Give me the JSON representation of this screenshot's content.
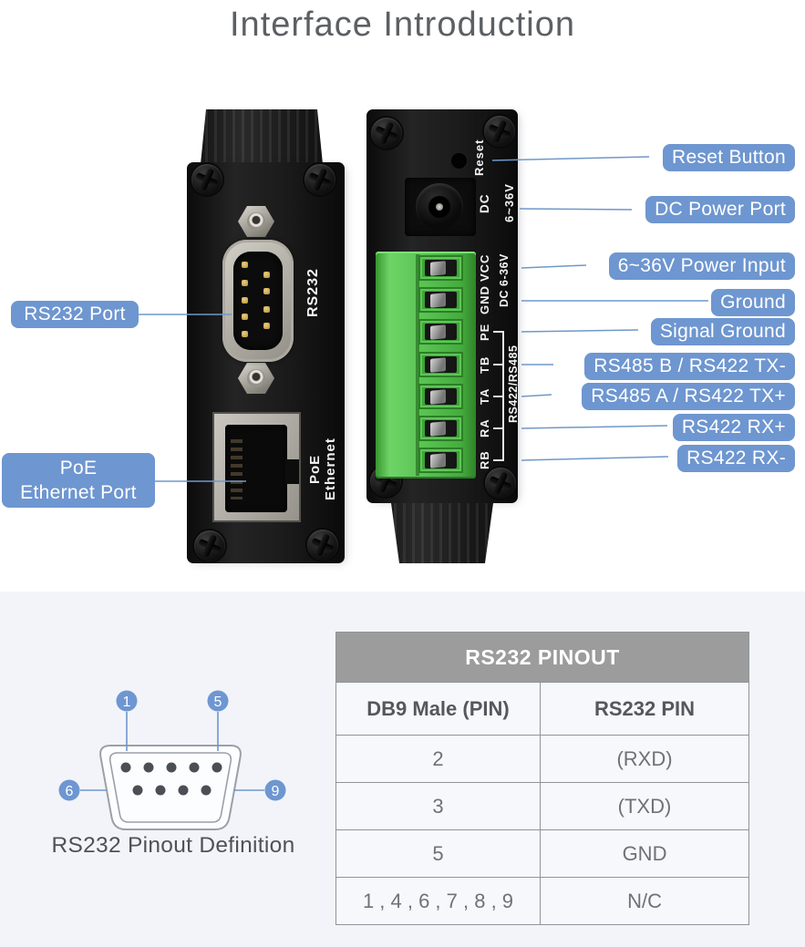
{
  "title": "Interface Introduction",
  "devices": {
    "front": {
      "rs232_marking": "RS232",
      "poe_marking": "PoE Ethernet"
    },
    "back": {
      "reset_marking": "Reset",
      "dc_marking": "DC",
      "dc_voltage_marking": "6~36V",
      "dc_group_marking": "DC 6-36V",
      "rs_group_marking": "RS422/RS485",
      "terminal_pins": [
        "VCC",
        "GND",
        "PE",
        "TB",
        "TA",
        "RA",
        "RB"
      ]
    }
  },
  "callouts": {
    "left": [
      {
        "text": "RS232 Port"
      },
      {
        "line1": "PoE",
        "line2": "Ethernet Port"
      }
    ],
    "right": [
      "Reset Button",
      "DC Power Port",
      "6~36V Power Input",
      "Ground",
      "Signal Ground",
      "RS485 B / RS422 TX-",
      "RS485 A / RS422 TX+",
      "RS422 RX+",
      "RS422 RX-"
    ]
  },
  "pinout": {
    "pins": [
      "1",
      "5",
      "6",
      "9"
    ],
    "caption": "RS232 Pinout Definition"
  },
  "table": {
    "title": "RS232 PINOUT",
    "columns": [
      "DB9 Male (PIN)",
      "RS232 PIN"
    ],
    "rows": [
      [
        "2",
        "(RXD)"
      ],
      [
        "3",
        "(TXD)"
      ],
      [
        "5",
        "GND"
      ],
      [
        "1 , 4 , 6 , 7 , 8 , 9",
        "N/C"
      ]
    ]
  },
  "colors": {
    "callout_blue": "#6e96d0",
    "line_blue": "#6f98c8",
    "terminal_green": "#57c150",
    "table_header_gray": "#9c9c9c",
    "section_bg": "#f2f4f9",
    "title_gray": "#5c6064"
  }
}
